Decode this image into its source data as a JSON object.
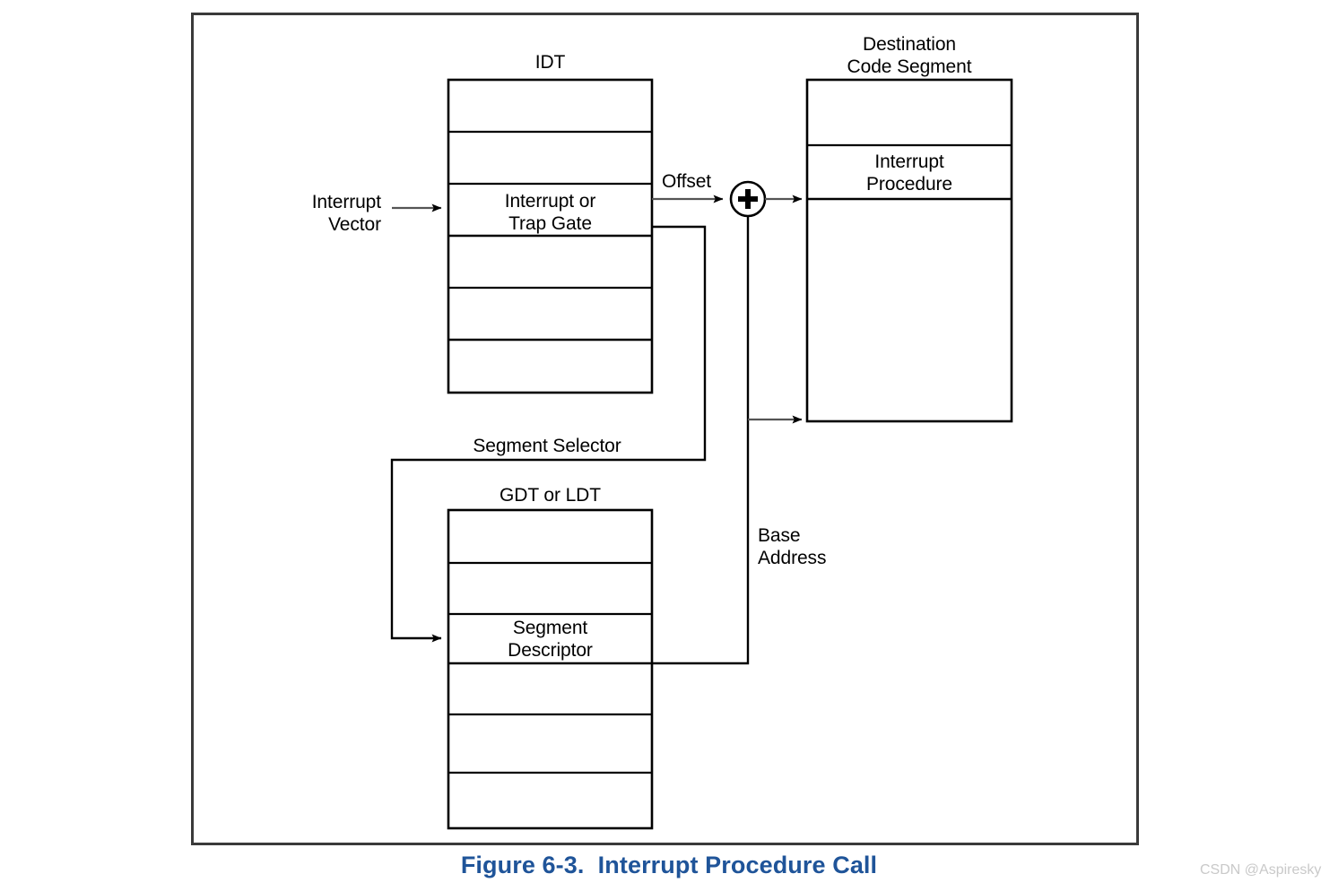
{
  "figure": {
    "caption": "Figure 6-3.  Interrupt Procedure Call",
    "watermark": "CSDN @Aspiresky",
    "caption_color": "#1F5499",
    "line_color": "#000000",
    "border_color": "#3a3a3a",
    "background": "#ffffff"
  },
  "labels": {
    "interrupt_vector": "Interrupt\nVector",
    "idt_title": "IDT",
    "idt_entry": "Interrupt or\nTrap Gate",
    "offset": "Offset",
    "adder": "+",
    "destination_title": "Destination\nCode Segment",
    "destination_entry": "Interrupt\nProcedure",
    "segment_selector": "Segment Selector",
    "gdt_title": "GDT or LDT",
    "gdt_entry": "Segment\nDescriptor",
    "base_address": "Base\nAddress"
  },
  "tables": {
    "idt": {
      "title": "IDT",
      "rows": [
        "",
        "",
        "Interrupt or Trap Gate",
        "",
        "",
        ""
      ],
      "highlighted_row_index": 2
    },
    "gdt_ldt": {
      "title": "GDT or LDT",
      "rows": [
        "",
        "",
        "Segment Descriptor",
        "",
        "",
        ""
      ],
      "highlighted_row_index": 2
    },
    "destination_code_segment": {
      "title": "Destination Code Segment",
      "rows": [
        "",
        "Interrupt Procedure",
        ""
      ],
      "highlighted_row_index": 1
    }
  },
  "connections": [
    {
      "name": "interrupt-vector-to-idt",
      "label": "Interrupt Vector"
    },
    {
      "name": "idt-offset-to-adder",
      "label": "Offset"
    },
    {
      "name": "idt-segment-selector-to-gdt",
      "label": "Segment Selector"
    },
    {
      "name": "gdt-base-address-to-adder",
      "label": "Base Address"
    },
    {
      "name": "adder-to-interrupt-procedure",
      "label": ""
    },
    {
      "name": "base-address-to-code-segment",
      "label": ""
    }
  ]
}
